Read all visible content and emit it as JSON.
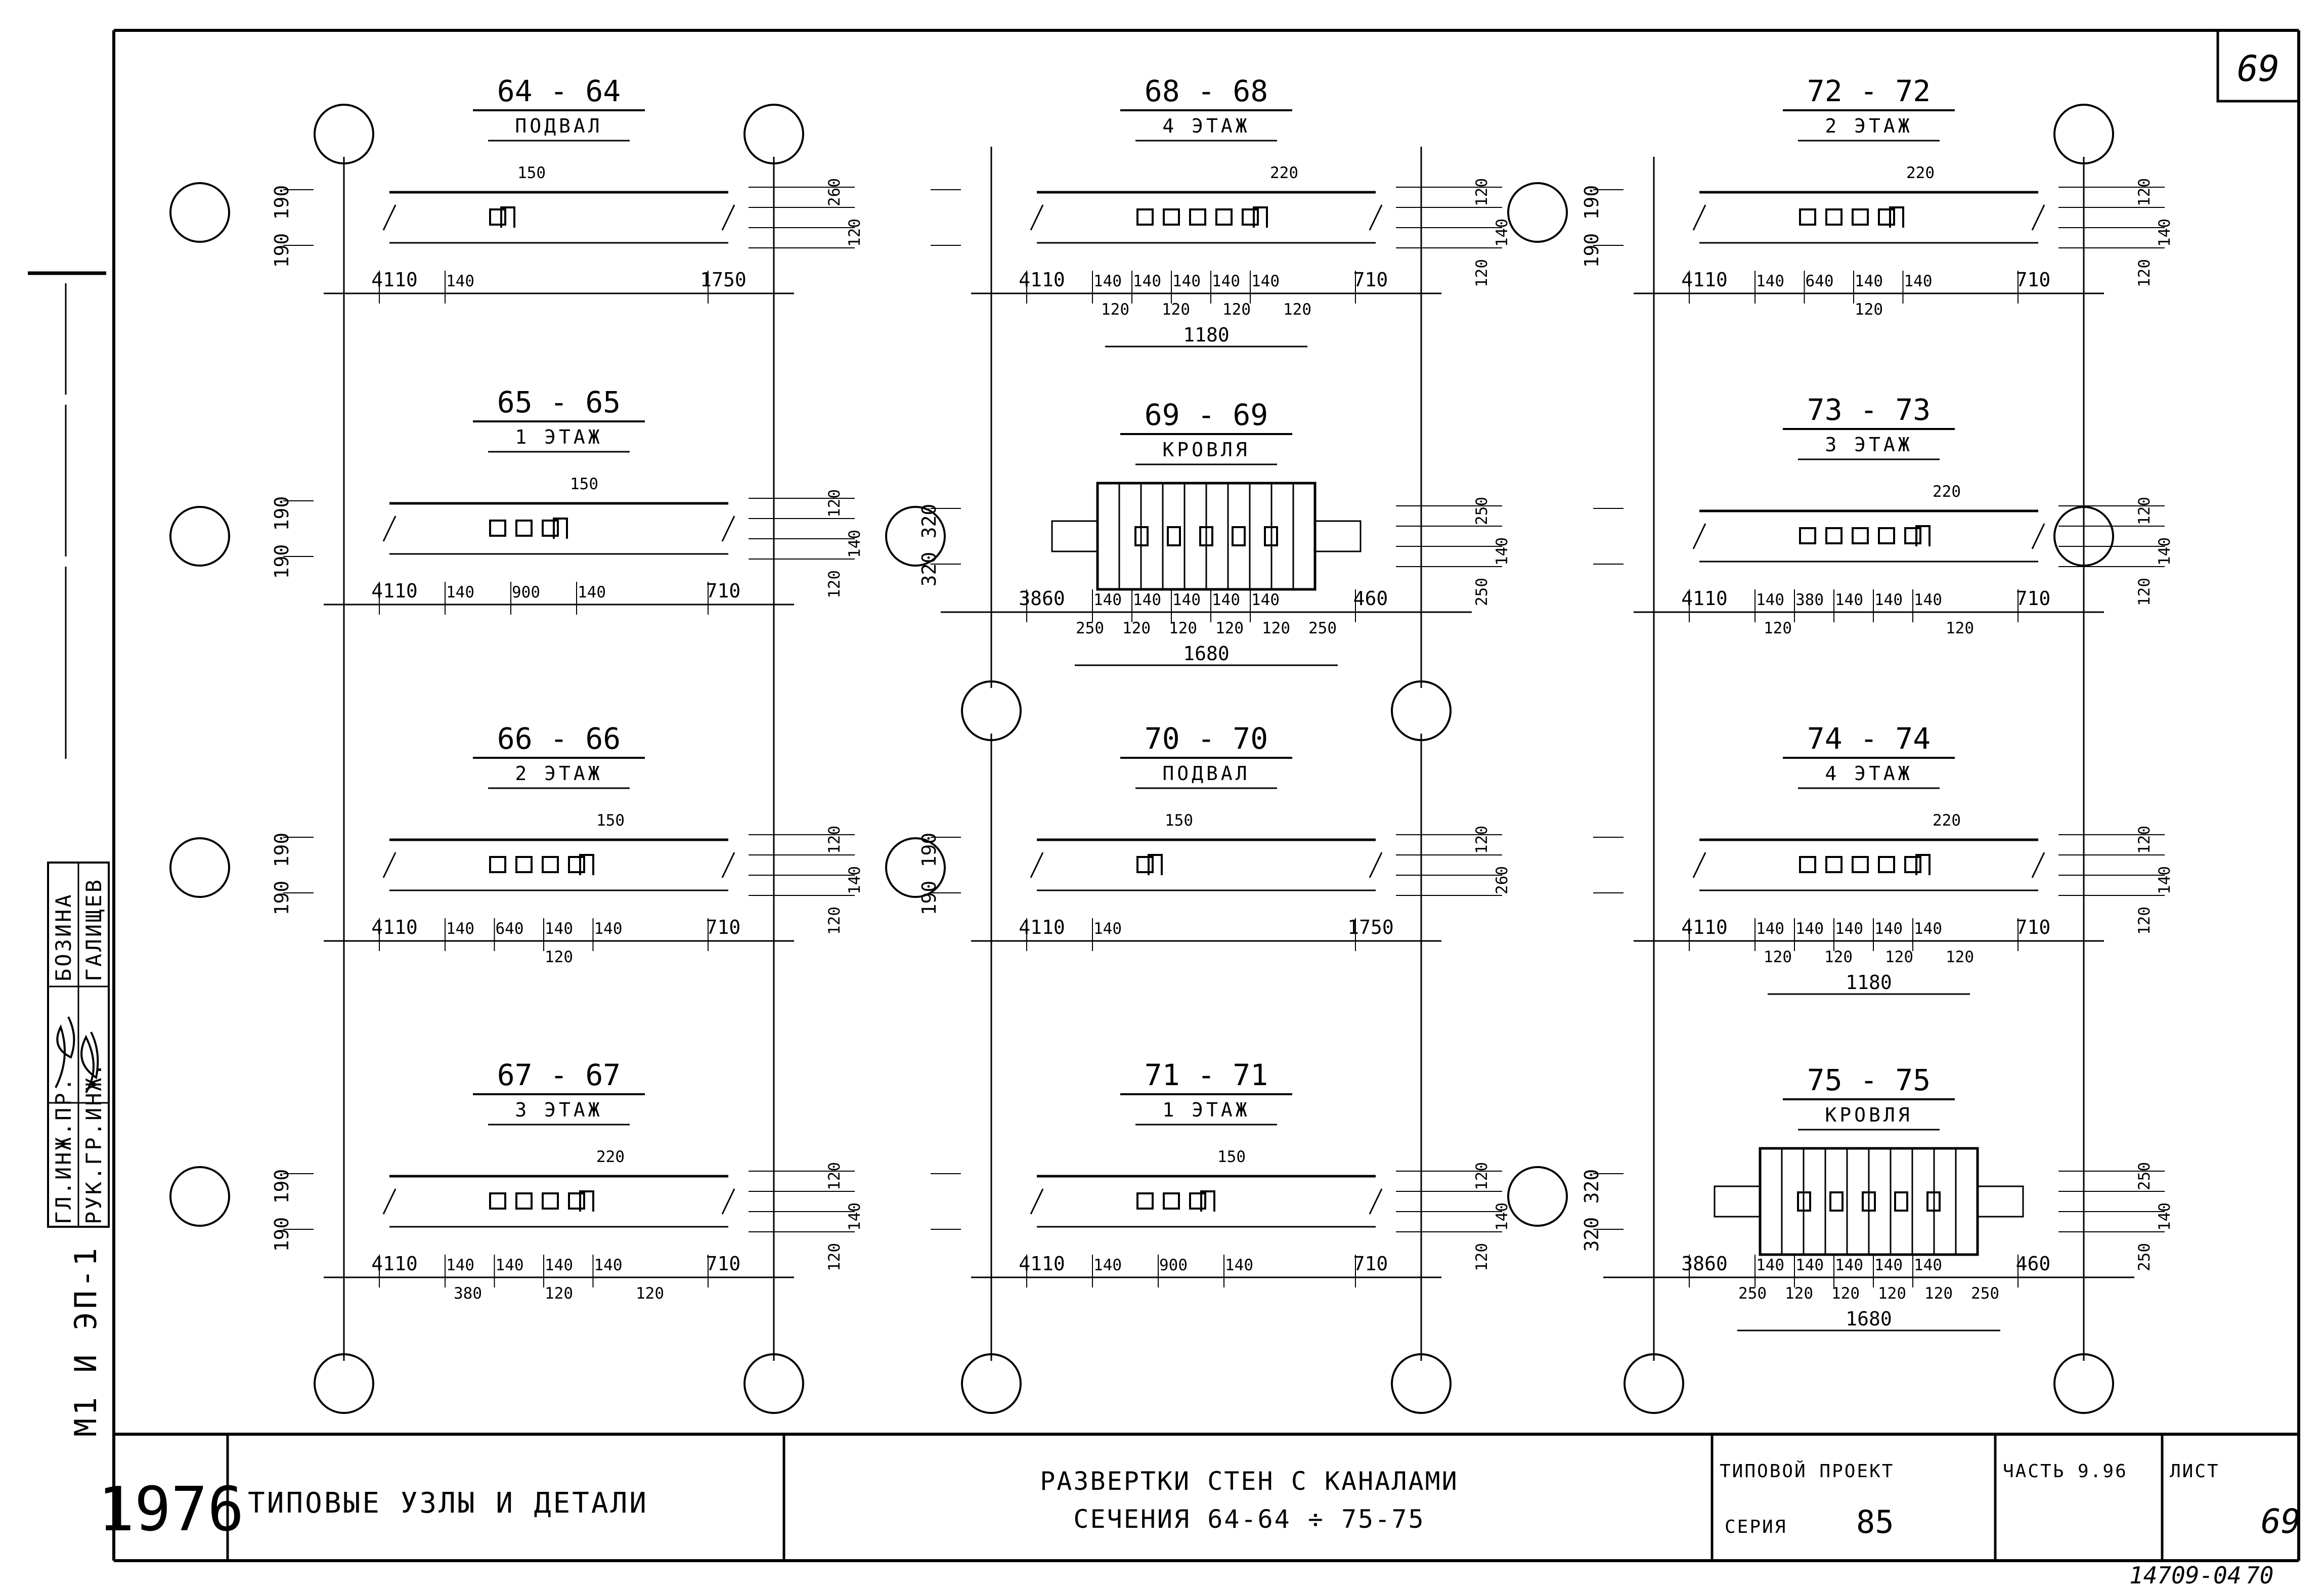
{
  "sheet_corner_number": "69",
  "sections": [
    {
      "id": "64",
      "title": "64 - 64",
      "level": "ПОДВАЛ",
      "left_dims": [
        "190",
        "190"
      ],
      "right_dims": [
        "260",
        "120"
      ],
      "bottom_dims": [
        "4110",
        "140",
        "1750"
      ],
      "sub_dims": [],
      "total": "",
      "opening": "150"
    },
    {
      "id": "65",
      "title": "65 - 65",
      "level": "1 ЭТАЖ",
      "left_dims": [
        "190",
        "190"
      ],
      "right_dims": [
        "120",
        "140",
        "120"
      ],
      "bottom_dims": [
        "4110",
        "140",
        "900",
        "140",
        "710"
      ],
      "sub_dims": [],
      "total": "",
      "opening": "150"
    },
    {
      "id": "66",
      "title": "66 - 66",
      "level": "2 ЭТАЖ",
      "left_dims": [
        "190",
        "190"
      ],
      "right_dims": [
        "120",
        "140",
        "120"
      ],
      "bottom_dims": [
        "4110",
        "140",
        "640",
        "140",
        "140",
        "710"
      ],
      "sub_dims": [
        "120"
      ],
      "total": "",
      "opening": "150"
    },
    {
      "id": "67",
      "title": "67 - 67",
      "level": "3 ЭТАЖ",
      "left_dims": [
        "190",
        "190"
      ],
      "right_dims": [
        "120",
        "140",
        "120"
      ],
      "bottom_dims": [
        "4110",
        "140",
        "140",
        "140",
        "140",
        "710"
      ],
      "sub_dims": [
        "380",
        "120",
        "120"
      ],
      "total": "",
      "opening": "220"
    },
    {
      "id": "68",
      "title": "68 - 68",
      "level": "4 ЭТАЖ",
      "left_dims": [],
      "right_dims": [
        "120",
        "140",
        "120"
      ],
      "bottom_dims": [
        "4110",
        "140",
        "140",
        "140",
        "140",
        "140",
        "710"
      ],
      "sub_dims": [
        "120",
        "120",
        "120",
        "120"
      ],
      "total": "1180",
      "opening": "220"
    },
    {
      "id": "69",
      "title": "69 - 69",
      "level": "КРОВЛЯ",
      "left_dims": [
        "320",
        "320"
      ],
      "right_dims": [
        "250",
        "140",
        "250"
      ],
      "bottom_dims": [
        "3860",
        "140",
        "140",
        "140",
        "140",
        "140",
        "460"
      ],
      "sub_dims": [
        "250",
        "120",
        "120",
        "120",
        "120",
        "250"
      ],
      "total": "1680",
      "opening": ""
    },
    {
      "id": "70",
      "title": "70 - 70",
      "level": "ПОДВАЛ",
      "left_dims": [
        "190",
        "190"
      ],
      "right_dims": [
        "120",
        "260"
      ],
      "bottom_dims": [
        "4110",
        "140",
        "1750"
      ],
      "sub_dims": [],
      "total": "",
      "opening": "150"
    },
    {
      "id": "71",
      "title": "71 - 71",
      "level": "1 ЭТАЖ",
      "left_dims": [],
      "right_dims": [
        "120",
        "140",
        "120"
      ],
      "bottom_dims": [
        "4110",
        "140",
        "900",
        "140",
        "710"
      ],
      "sub_dims": [],
      "total": "",
      "opening": "150"
    },
    {
      "id": "72",
      "title": "72 - 72",
      "level": "2 ЭТАЖ",
      "left_dims": [
        "190",
        "190"
      ],
      "right_dims": [
        "120",
        "140",
        "120"
      ],
      "bottom_dims": [
        "4110",
        "140",
        "640",
        "140",
        "140",
        "710"
      ],
      "sub_dims": [
        "120"
      ],
      "total": "",
      "opening": "220"
    },
    {
      "id": "73",
      "title": "73 - 73",
      "level": "3 ЭТАЖ",
      "left_dims": [],
      "right_dims": [
        "120",
        "140",
        "120"
      ],
      "bottom_dims": [
        "4110",
        "140",
        "380",
        "140",
        "140",
        "140",
        "710"
      ],
      "sub_dims": [
        "120",
        "120"
      ],
      "total": "",
      "opening": "220"
    },
    {
      "id": "74",
      "title": "74 - 74",
      "level": "4 ЭТАЖ",
      "left_dims": [],
      "right_dims": [
        "120",
        "140",
        "120"
      ],
      "bottom_dims": [
        "4110",
        "140",
        "140",
        "140",
        "140",
        "140",
        "710"
      ],
      "sub_dims": [
        "120",
        "120",
        "120",
        "120"
      ],
      "total": "1180",
      "opening": "220"
    },
    {
      "id": "75",
      "title": "75 - 75",
      "level": "КРОВЛЯ",
      "left_dims": [
        "320",
        "320"
      ],
      "right_dims": [
        "250",
        "140",
        "250"
      ],
      "bottom_dims": [
        "3860",
        "140",
        "140",
        "140",
        "140",
        "140",
        "460"
      ],
      "sub_dims": [
        "250",
        "120",
        "120",
        "120",
        "120",
        "250"
      ],
      "total": "1680",
      "opening": ""
    }
  ],
  "side_stamp": {
    "row1_role": "ГЛ.ИНЖ.ПР.",
    "row1_name": "БОЗИНА",
    "row2_role": "РУК.ГР.ИНЖ.",
    "row2_name": "ГАЛИЩЕВ",
    "project_code": "М1 И ЭП-1"
  },
  "title_block": {
    "year": "1976",
    "subject": "ТИПОВЫЕ УЗЛЫ И ДЕТАЛИ",
    "drawing_title_line1": "РАЗВЕРТКИ СТЕН С КАНАЛАМИ",
    "drawing_title_line2": "СЕЧЕНИЯ 64-64 ÷ 75-75",
    "project_label": "ТИПОВОЙ ПРОЕКТ",
    "series_label": "СЕРИЯ",
    "series_value": "85",
    "part_label": "ЧАСТЬ 9.96",
    "sheet_label": "ЛИСТ",
    "sheet_value": "69"
  },
  "footer_code": "14709-04",
  "footer_page": "70"
}
